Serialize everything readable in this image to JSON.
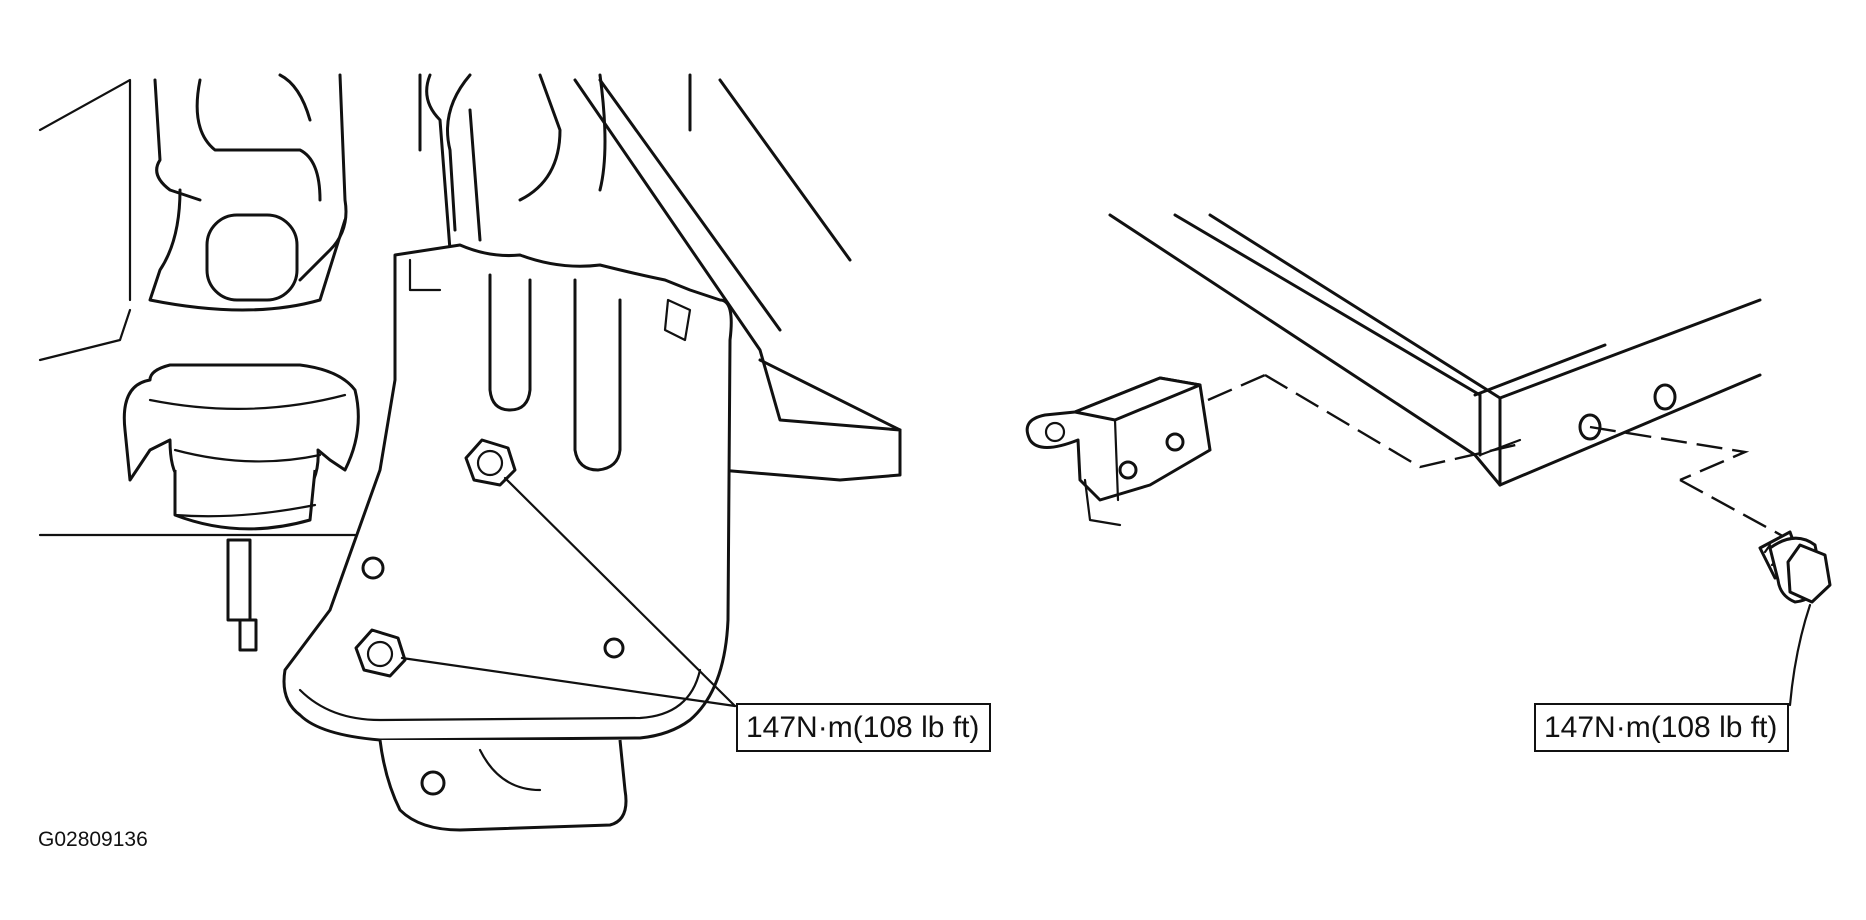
{
  "callouts": {
    "left_torque": "147N·m(108 lb ft)",
    "right_torque": "147N·m(108 lb ft)"
  },
  "figure_code": "G02809136"
}
